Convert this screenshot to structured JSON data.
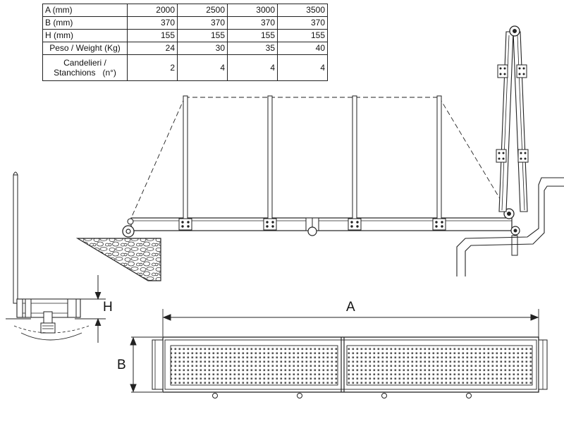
{
  "spec_table": {
    "rows": [
      {
        "label": "A (mm)",
        "values": [
          "2000",
          "2500",
          "3000",
          "3500"
        ]
      },
      {
        "label": "B (mm)",
        "values": [
          "370",
          "370",
          "370",
          "370"
        ]
      },
      {
        "label": "H (mm)",
        "values": [
          "155",
          "155",
          "155",
          "155"
        ]
      },
      {
        "label": "Peso / Weight (Kg)",
        "values": [
          "24",
          "30",
          "35",
          "40"
        ]
      },
      {
        "label_line1": "Candelieri /",
        "label_line2": "Stanchions   (n°)",
        "values": [
          "2",
          "4",
          "4",
          "4"
        ]
      }
    ]
  },
  "dimensions": {
    "a_label": "A",
    "b_label": "B",
    "h_label": "H"
  }
}
